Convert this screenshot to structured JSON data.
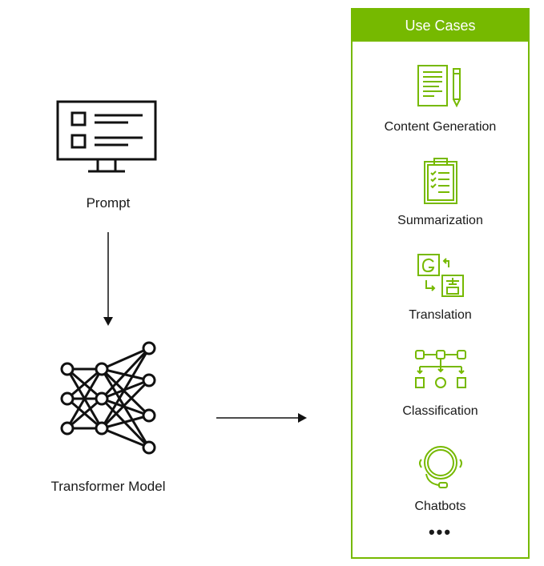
{
  "prompt": {
    "label": "Prompt",
    "icon": "monitor-form-icon"
  },
  "model": {
    "label": "Transformer Model",
    "icon": "neural-network-icon"
  },
  "use_cases": {
    "title": "Use Cases",
    "accent_color": "#76b900",
    "items": [
      {
        "label": "Content Generation",
        "icon": "document-pencil-icon"
      },
      {
        "label": "Summarization",
        "icon": "clipboard-checklist-icon"
      },
      {
        "label": "Translation",
        "icon": "translate-icon"
      },
      {
        "label": "Classification",
        "icon": "hierarchy-icon"
      },
      {
        "label": "Chatbots",
        "icon": "headset-icon"
      }
    ],
    "more": "•••"
  }
}
